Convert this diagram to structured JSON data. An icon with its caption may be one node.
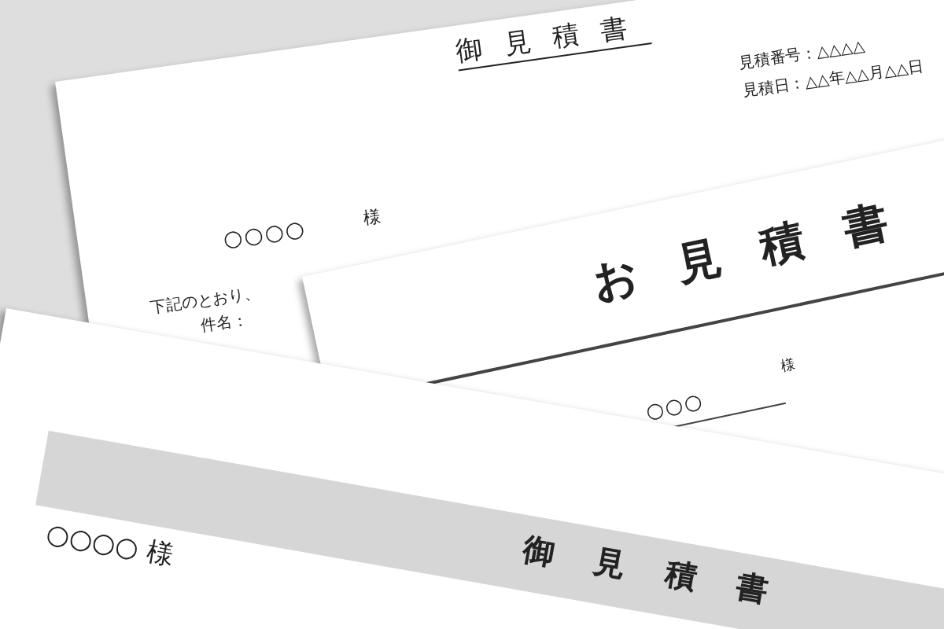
{
  "diagram": {
    "labels": [
      "御見積書",
      "見積番号：△△△△",
      "見積日：△△年△△月△△日",
      "○○○○",
      "様",
      "下記のとおり、",
      "件名：",
      "お見積書",
      "○○○",
      "様",
      "御見積書",
      "○○○○ 様"
    ]
  }
}
